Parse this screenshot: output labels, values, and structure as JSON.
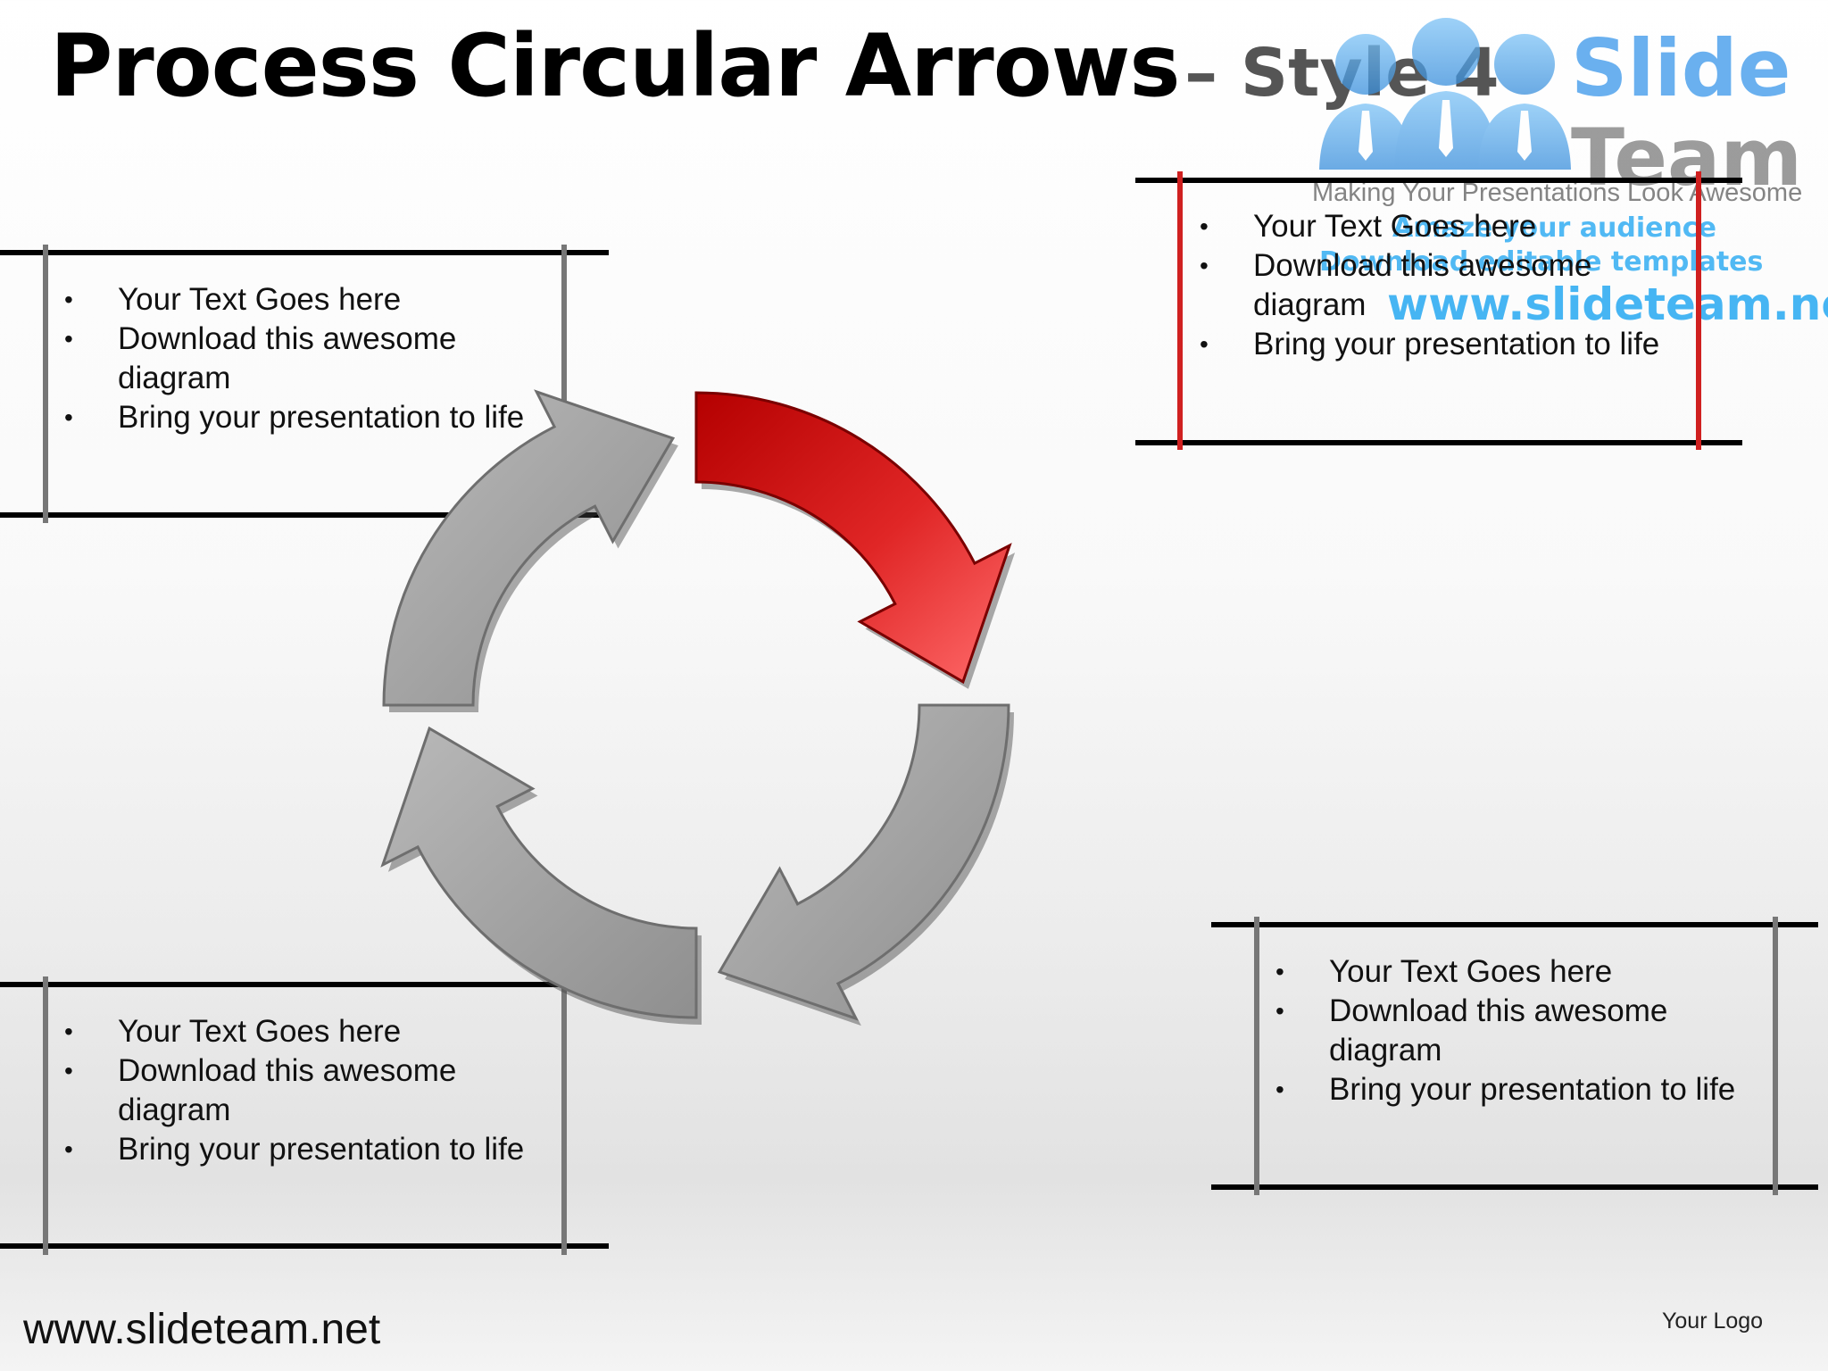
{
  "title": {
    "main": "Process Circular Arrows",
    "sub": "– Style 4"
  },
  "logo": {
    "brand_line1": "Slide",
    "brand_line2": "Team",
    "tagline": "Making Your Presentations Look Awesome",
    "watermark_line1": "Amaze your audience",
    "watermark_line2": "Download editable templates",
    "watermark_url": "www.slideteam.net"
  },
  "text_boxes": [
    {
      "id": "top-left",
      "items": [
        "Your Text Goes here",
        "Download this awesome diagram",
        "Bring your presentation to life"
      ]
    },
    {
      "id": "top-right",
      "items": [
        "Your Text Goes here",
        "Download this awesome diagram",
        "Bring your presentation to life"
      ]
    },
    {
      "id": "bottom-left",
      "items": [
        "Your Text Goes here",
        "Download this awesome diagram",
        "Bring your presentation to life"
      ]
    },
    {
      "id": "bottom-right",
      "items": [
        "Your Text Goes here",
        "Download this awesome diagram",
        "Bring your presentation to life"
      ]
    }
  ],
  "diagram": {
    "arrow_count": 4,
    "highlighted_arrow": "top-right",
    "colors": {
      "highlight": "#d81818",
      "normal": "#9d9d9d"
    }
  },
  "footer": {
    "url": "www.slideteam.net",
    "logo_placeholder": "Your Logo"
  }
}
